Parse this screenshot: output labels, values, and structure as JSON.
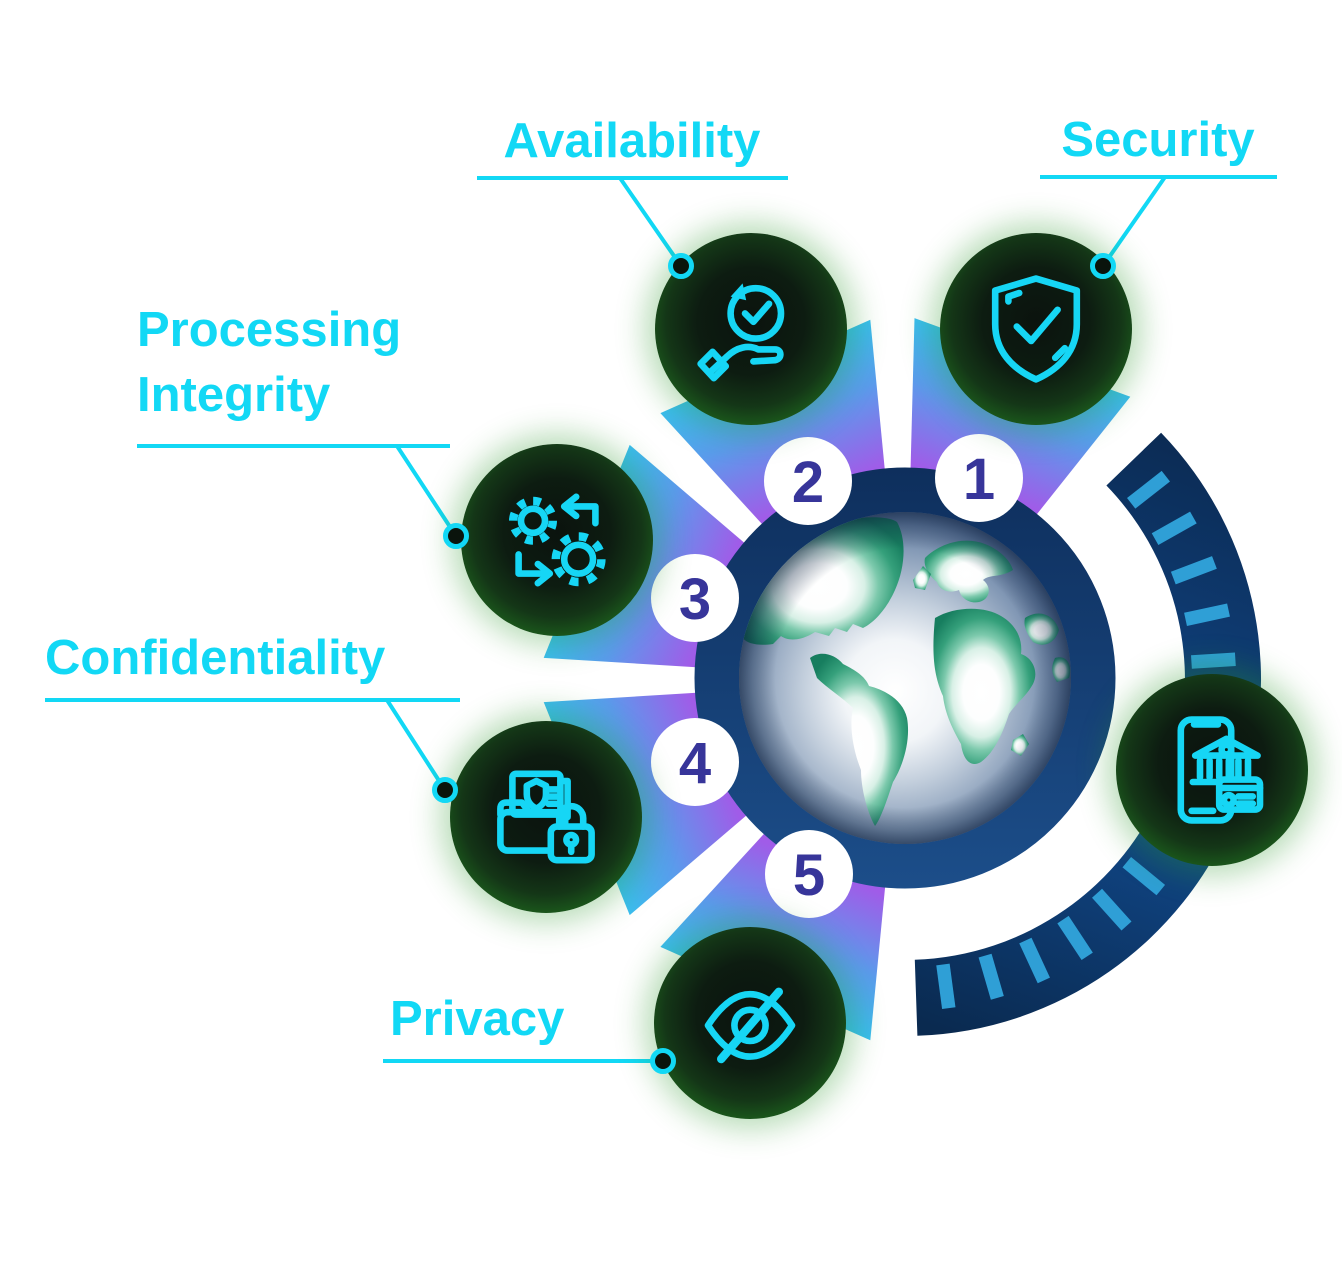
{
  "diagram": {
    "center": {
      "icon": "globe-icon"
    },
    "items": [
      {
        "number": "1",
        "label": "Security",
        "icon": "shield-check-icon"
      },
      {
        "number": "2",
        "label": "Availability",
        "icon": "hand-check-clock-icon"
      },
      {
        "number": "3",
        "label": "Processing Integrity",
        "icon": "gears-sync-icon",
        "label_lines": [
          "Processing",
          "Integrity"
        ]
      },
      {
        "number": "4",
        "label": "Confidentiality",
        "icon": "folder-shield-lock-icon"
      },
      {
        "number": "5",
        "label": "Privacy",
        "icon": "eye-slash-icon"
      }
    ],
    "side_icon": "mobile-banking-icon",
    "colors": {
      "label_cyan": "#12d8f5",
      "icon_stroke": "#16d6f5",
      "wedge_inner_purple": "#a05ce8",
      "wedge_outer_cyan": "#30c9f2",
      "arc_navy": "#0d2f5c",
      "arc_tick_blue": "#2f9fd6",
      "number_indigo": "#37359a",
      "circle_green_rim": "#2b9e29",
      "globe_ring_navy": "#123a66",
      "land_teal": "#2ea37f"
    }
  }
}
